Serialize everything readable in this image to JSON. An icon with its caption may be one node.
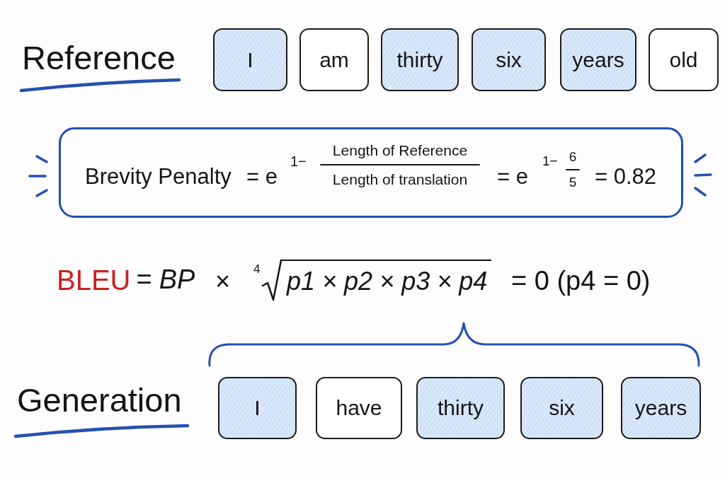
{
  "diagram": {
    "nodes": [
      {
        "text": [
          "I"
        ]
      },
      {
        "text": [
          "am"
        ]
      },
      {
        "text": [
          "thirty"
        ]
      },
      {
        "text": [
          "six"
        ]
      },
      {
        "text": [
          "years"
        ]
      },
      {
        "text": [
          "old"
        ]
      },
      {
        "text": [
          "Brevity Penalty",
          "= e",
          "1−",
          "Length of Reference",
          "Length of translation",
          "= e",
          "1−",
          "6",
          "5",
          "= 0.82"
        ]
      },
      {
        "text": [
          "I"
        ]
      },
      {
        "text": [
          "have"
        ]
      },
      {
        "text": [
          "thirty"
        ]
      },
      {
        "text": [
          "six"
        ]
      },
      {
        "text": [
          "years"
        ]
      }
    ],
    "labels": [
      "Reference",
      "BLEU",
      "= BP",
      "×",
      "4",
      "p1 × p2 × p3 × p4",
      "= 0 (p4 = 0)",
      "Generation"
    ]
  }
}
